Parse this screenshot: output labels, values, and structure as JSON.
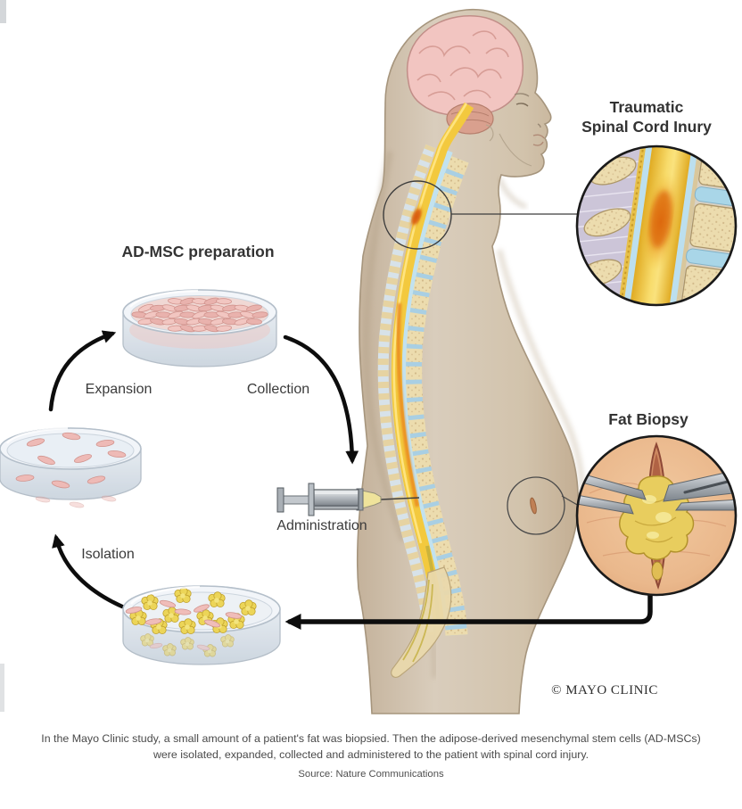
{
  "figure": {
    "labels": {
      "traumatic_line1": "Traumatic",
      "traumatic_line2": "Spinal Cord Inury",
      "admsc": "AD-MSC preparation",
      "expansion": "Expansion",
      "collection": "Collection",
      "administration": "Administration",
      "isolation": "Isolation",
      "fat_biopsy": "Fat Biopsy",
      "credit": "© MAYO CLINIC"
    },
    "caption": {
      "line1": "In the Mayo Clinic study, a small amount of a patient's fat was biopsied. Then the adipose-derived mesenchymal stem cells (AD-MSCs)",
      "line2": "were isolated, expanded, collected and administered to the patient with spinal cord injury."
    },
    "source": "Source: Nature Communications",
    "colors": {
      "body_skin": "#d3c4ae",
      "brain_pink": "#f2c5c1",
      "spinal_cord_yellow": "#f3c93e",
      "injury_orange": "#e06a0e",
      "disc_blue": "#aad6e8",
      "bone_cream": "#ecdcae",
      "fat_yellow": "#e8cd5e",
      "biopsy_skin": "#edbb92",
      "cell_pink": "#ecb6b4",
      "arrow_black": "#0d0d0d"
    }
  }
}
